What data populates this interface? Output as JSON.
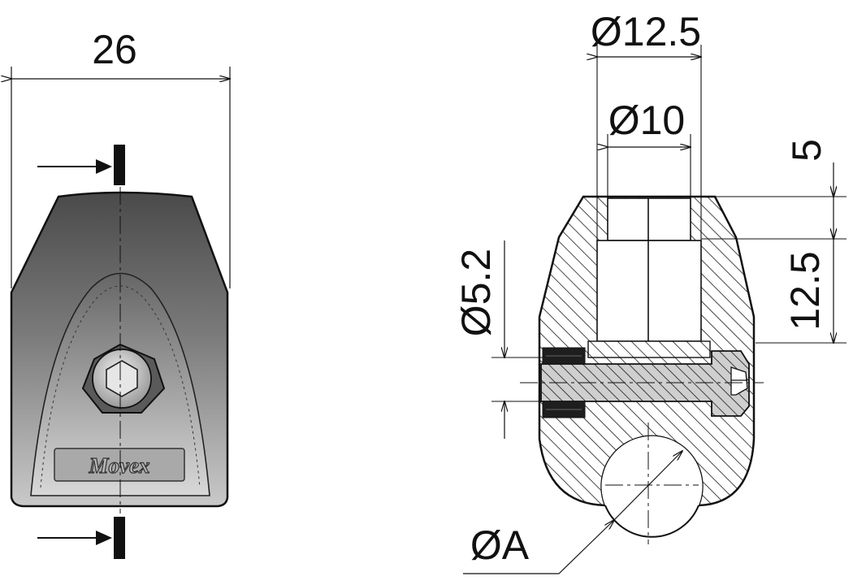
{
  "dimensions": {
    "width_26": "26",
    "dia_12_5": "Ø12.5",
    "dia_10": "Ø10",
    "depth_5": "5",
    "depth_12_5": "12.5",
    "dia_5_2": "Ø5.2",
    "dia_a": "ØA"
  },
  "logo": "Movex",
  "colors": {
    "body_dark": "#4d4d4d",
    "body_mid": "#8c8c8c",
    "body_light": "#d4d4d4",
    "section_fill": "#ffffff",
    "hatch_stroke": "#1a1a1a",
    "line": "#111111"
  }
}
